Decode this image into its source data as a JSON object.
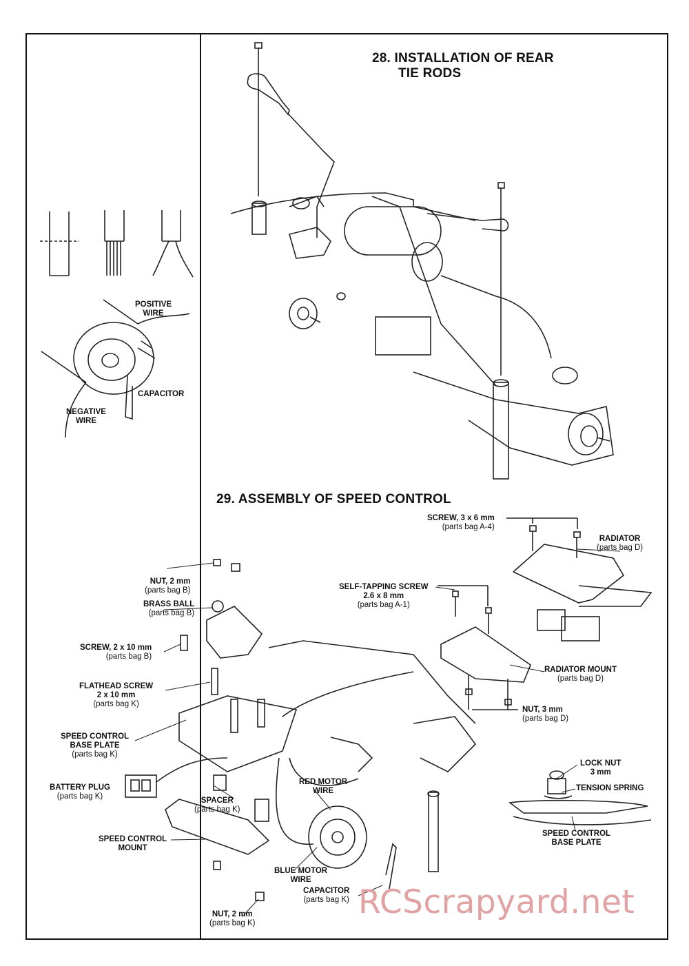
{
  "section28": {
    "title_line1": "28.  INSTALLATION OF REAR",
    "title_line2": "TIE RODS"
  },
  "section29": {
    "title": "29.  ASSEMBLY OF SPEED CONTROL"
  },
  "left_panel": {
    "positive_wire": [
      "POSITIVE",
      "WIRE"
    ],
    "capacitor": "CAPACITOR",
    "negative_wire": [
      "NEGATIVE",
      "WIRE"
    ]
  },
  "labels29": {
    "screw_3x6": [
      "SCREW, 3 x 6 mm",
      "(parts bag A-4)"
    ],
    "radiator": [
      "RADIATOR",
      "(parts bag D)"
    ],
    "self_tapping": [
      "SELF-TAPPING SCREW",
      "2.6 x 8 mm",
      "(parts bag A-1)"
    ],
    "nut_2mm_top": [
      "NUT, 2 mm",
      "(parts bag B)"
    ],
    "brass_ball": [
      "BRASS BALL",
      "(parts bag B)"
    ],
    "screw_2x10": [
      "SCREW, 2 x 10 mm",
      "(parts bag B)"
    ],
    "flathead": [
      "FLATHEAD SCREW",
      "2 x 10 mm",
      "(parts bag K)"
    ],
    "radiator_mount": [
      "RADIATOR MOUNT",
      "(parts bag D)"
    ],
    "nut_3mm": [
      "NUT, 3 mm",
      "(parts bag D)"
    ],
    "base_plate": [
      "SPEED  CONTROL",
      "BASE PLATE",
      "(parts bag K)"
    ],
    "battery_plug": [
      "BATTERY PLUG",
      "(parts bag K)"
    ],
    "red_motor_wire": [
      "RED MOTOR",
      "WIRE"
    ],
    "spacer": [
      "SPACER",
      "(parts bag K)"
    ],
    "mount": [
      "SPEED CONTROL",
      "MOUNT"
    ],
    "blue_motor_wire": [
      "BLUE MOTOR",
      "WIRE"
    ],
    "capacitor": [
      "CAPACITOR",
      "(parts bag K)"
    ],
    "nut_2mm_bottom": [
      "NUT, 2 mm",
      "(parts bag K)"
    ],
    "lock_nut": [
      "LOCK NUT",
      "3 mm"
    ],
    "tension_spring": "TENSION SPRING",
    "inset_base_plate": [
      "SPEED CONTROL",
      "BASE PLATE"
    ]
  },
  "watermark": "RCScrapyard.net"
}
